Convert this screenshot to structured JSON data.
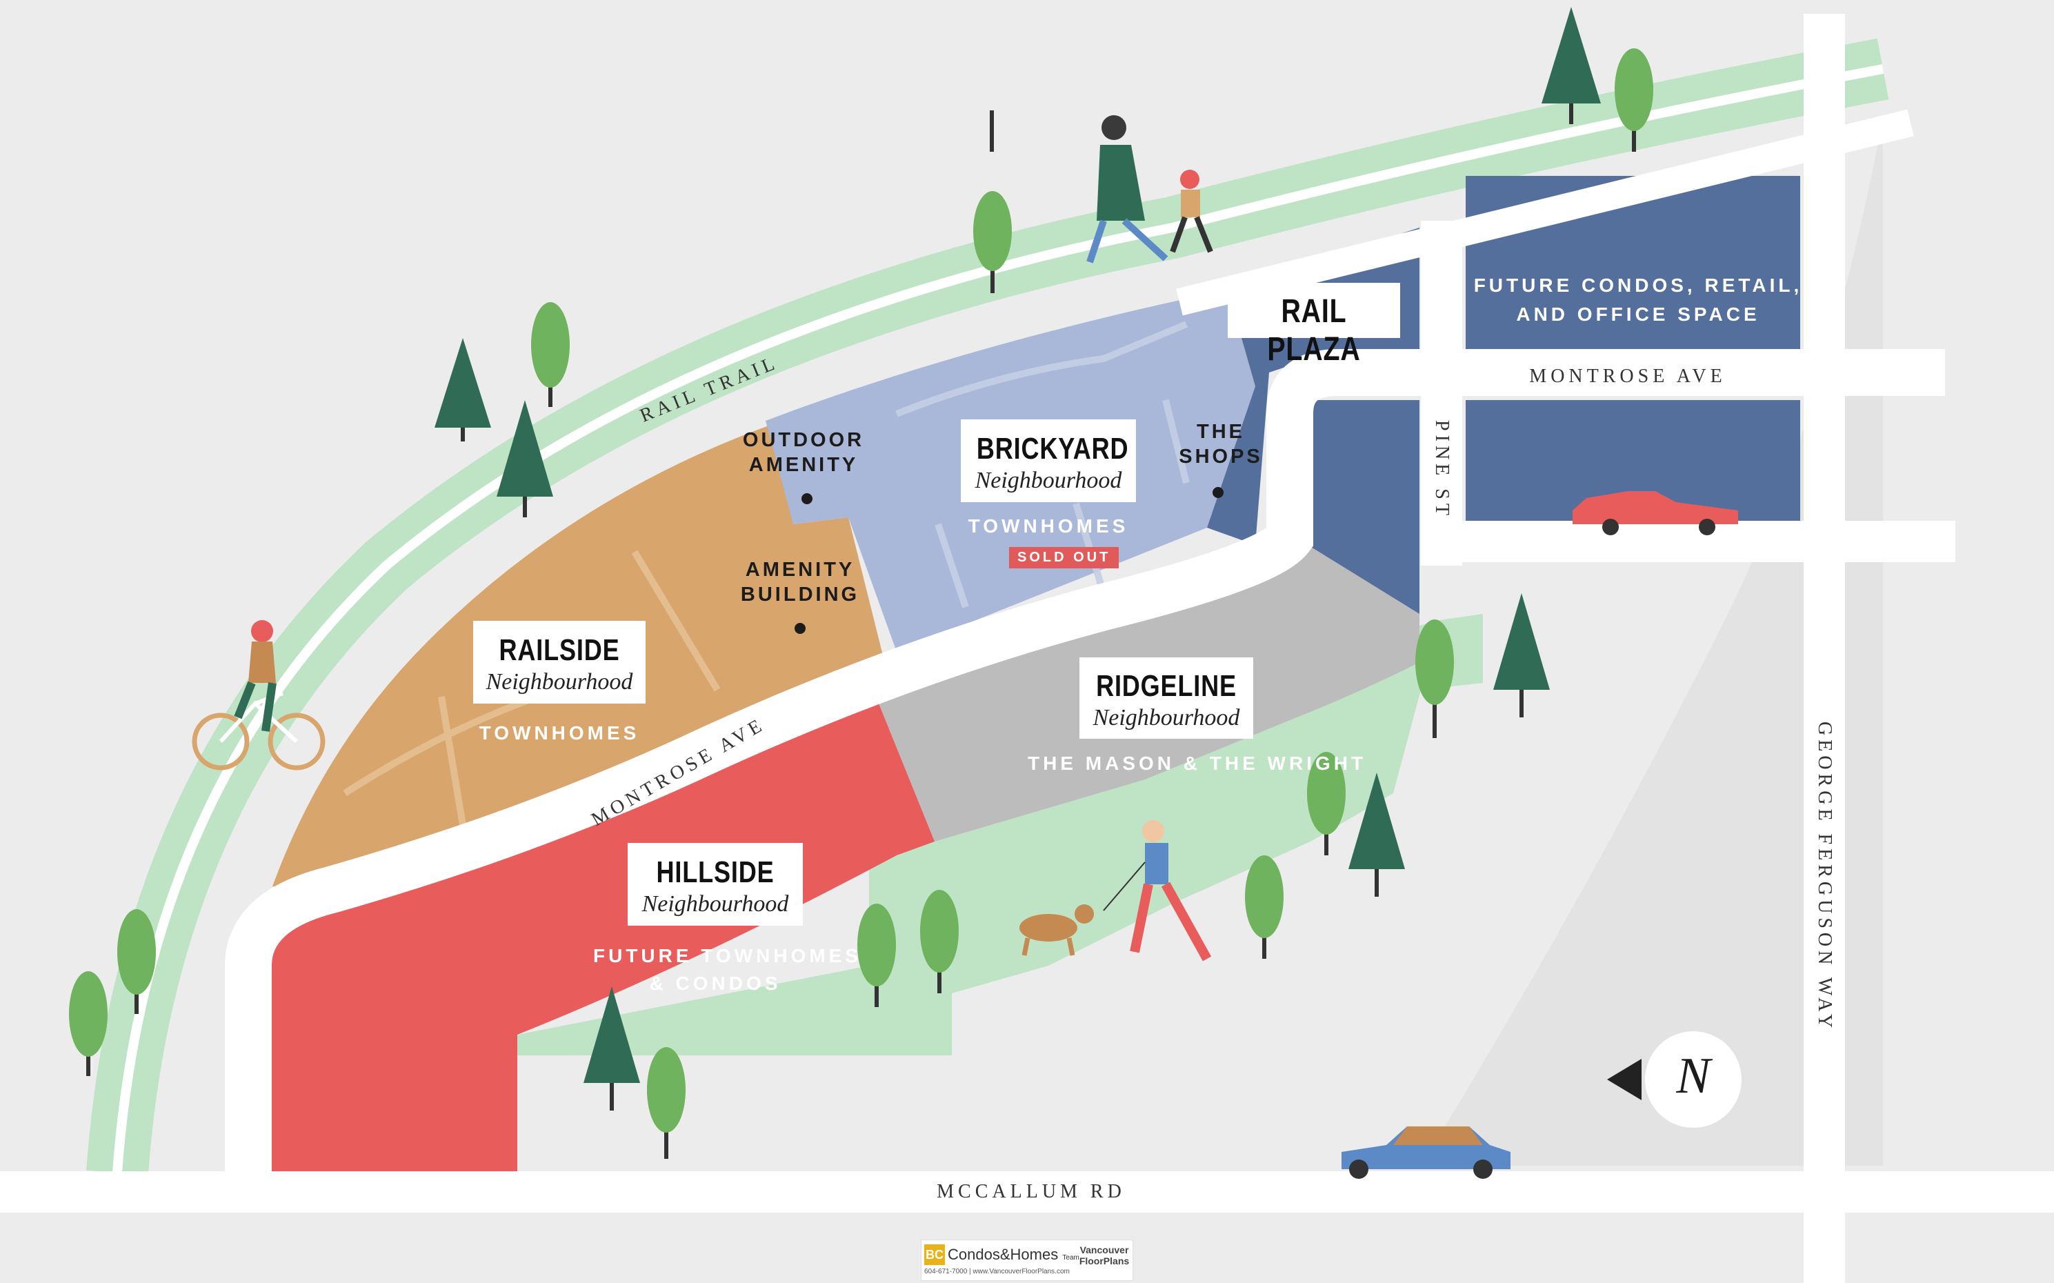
{
  "map": {
    "north_label": "N",
    "roads": {
      "rail_trail": "RAIL TRAIL",
      "montrose_ave_diag": "MONTROSE AVE",
      "montrose_ave_east": "MONTROSE AVE",
      "pine_st": "PINE ST",
      "mccallum_rd": "MCCALLUM RD",
      "george_ferguson_way": "GEORGE FERGUSON WAY"
    },
    "neighbourhoods": {
      "railside": {
        "name": "RAILSIDE",
        "sub": "Neighbourhood",
        "type": "TOWNHOMES"
      },
      "brickyard": {
        "name": "BRICKYARD",
        "sub": "Neighbourhood",
        "type": "TOWNHOMES",
        "status": "SOLD OUT"
      },
      "ridgeline": {
        "name": "RIDGELINE",
        "sub": "Neighbourhood",
        "type": "THE MASON & THE WRIGHT"
      },
      "hillside": {
        "name": "HILLSIDE",
        "sub": "Neighbourhood",
        "type_line1": "FUTURE TOWNHOMES",
        "type_line2": "& CONDOS"
      }
    },
    "rail_plaza": {
      "name": "RAIL PLAZA",
      "future_line1": "FUTURE CONDOS, RETAIL,",
      "future_line2": "AND OFFICE SPACE"
    },
    "amenities": {
      "outdoor_line1": "OUTDOOR",
      "outdoor_line2": "AMENITY",
      "building_line1": "AMENITY",
      "building_line2": "BUILDING",
      "shops_line1": "THE",
      "shops_line2": "SHOPS"
    },
    "colors": {
      "background": "#ececec",
      "road": "#ffffff",
      "green": "#bfe3c5",
      "railside": "#d8a56c",
      "brickyard": "#a9b8d8",
      "ridgeline": "#bcbcbc",
      "hillside": "#e85c5c",
      "rail_plaza": "#546f9b"
    }
  },
  "logo": {
    "badge": "BC",
    "title": "Condos&Homes",
    "title_small": "Team",
    "contact": "604-671-7000 | www.VancouverFloorPlans.com",
    "vfp": "Vancouver FloorPlans"
  }
}
